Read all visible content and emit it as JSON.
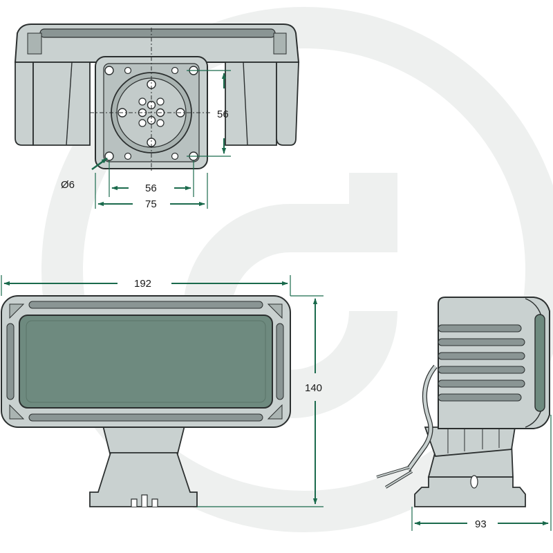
{
  "colors": {
    "housing": "#c9d1d0",
    "housing_dark": "#8a9594",
    "outline": "#2b2f2f",
    "lens": "#6e8a7f",
    "lens_dark": "#5a7468",
    "dimension_line": "#1a6a4c",
    "watermark": "#eef0ef"
  },
  "watermark": {
    "icon": "brand-circle-g-logo"
  },
  "dimensions": {
    "top_view": {
      "mount_height": "56",
      "hole_diameter": "Ø6",
      "hole_spacing": "56",
      "plate_width": "75"
    },
    "front_view": {
      "width": "192",
      "height": "140"
    },
    "side_view": {
      "depth": "93"
    }
  }
}
